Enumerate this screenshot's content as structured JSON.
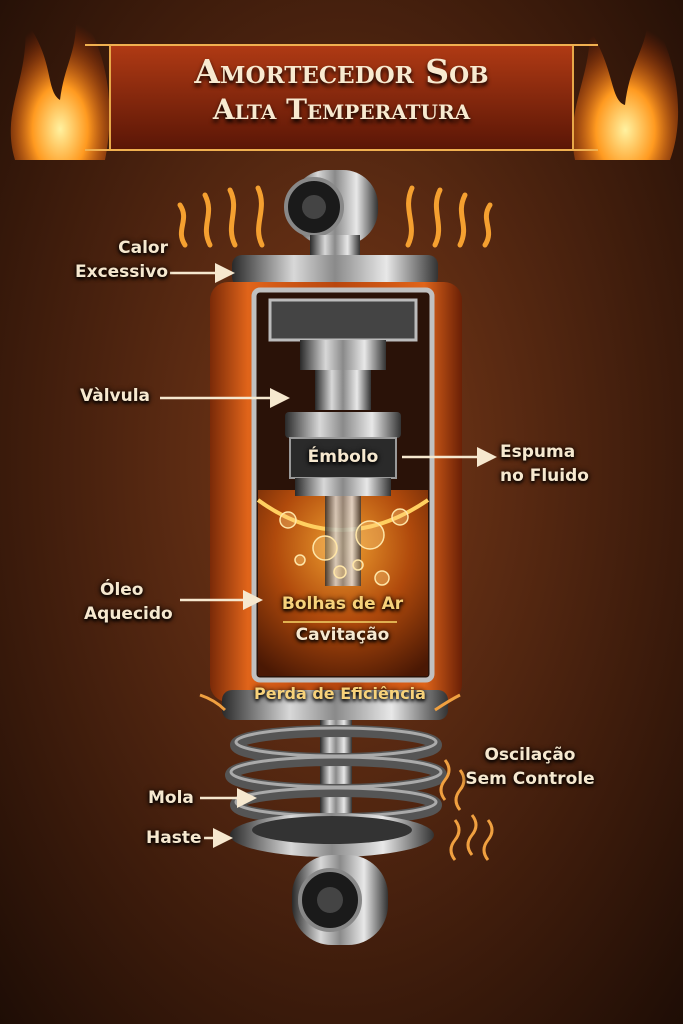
{
  "title": {
    "line1": "Amortecedor Sob",
    "line2": "Alta Temperatura"
  },
  "labels": {
    "calor": {
      "line1": "Calor",
      "line2": "Excessivo"
    },
    "valvula": "Vàlvula",
    "embolo": "Émbolo",
    "espuma": {
      "line1": "Espuma",
      "line2": "no Fluido"
    },
    "oleo": {
      "line1": "Óleo",
      "line2": "Aquecido"
    },
    "bolhas": "Bolhas de Ar",
    "cavitacao": "Cavitação",
    "perda": "Perda de Eficiência",
    "oscilacao": {
      "line1": "Oscilação",
      "line2": "Sem Controle"
    },
    "mola": "Mola",
    "haste": "Haste"
  },
  "colors": {
    "background": "#5a2a12",
    "banner": "#8a2a10",
    "gold": "#e0a040",
    "fluid": "#c85a10",
    "text": "#f6e8cf"
  }
}
